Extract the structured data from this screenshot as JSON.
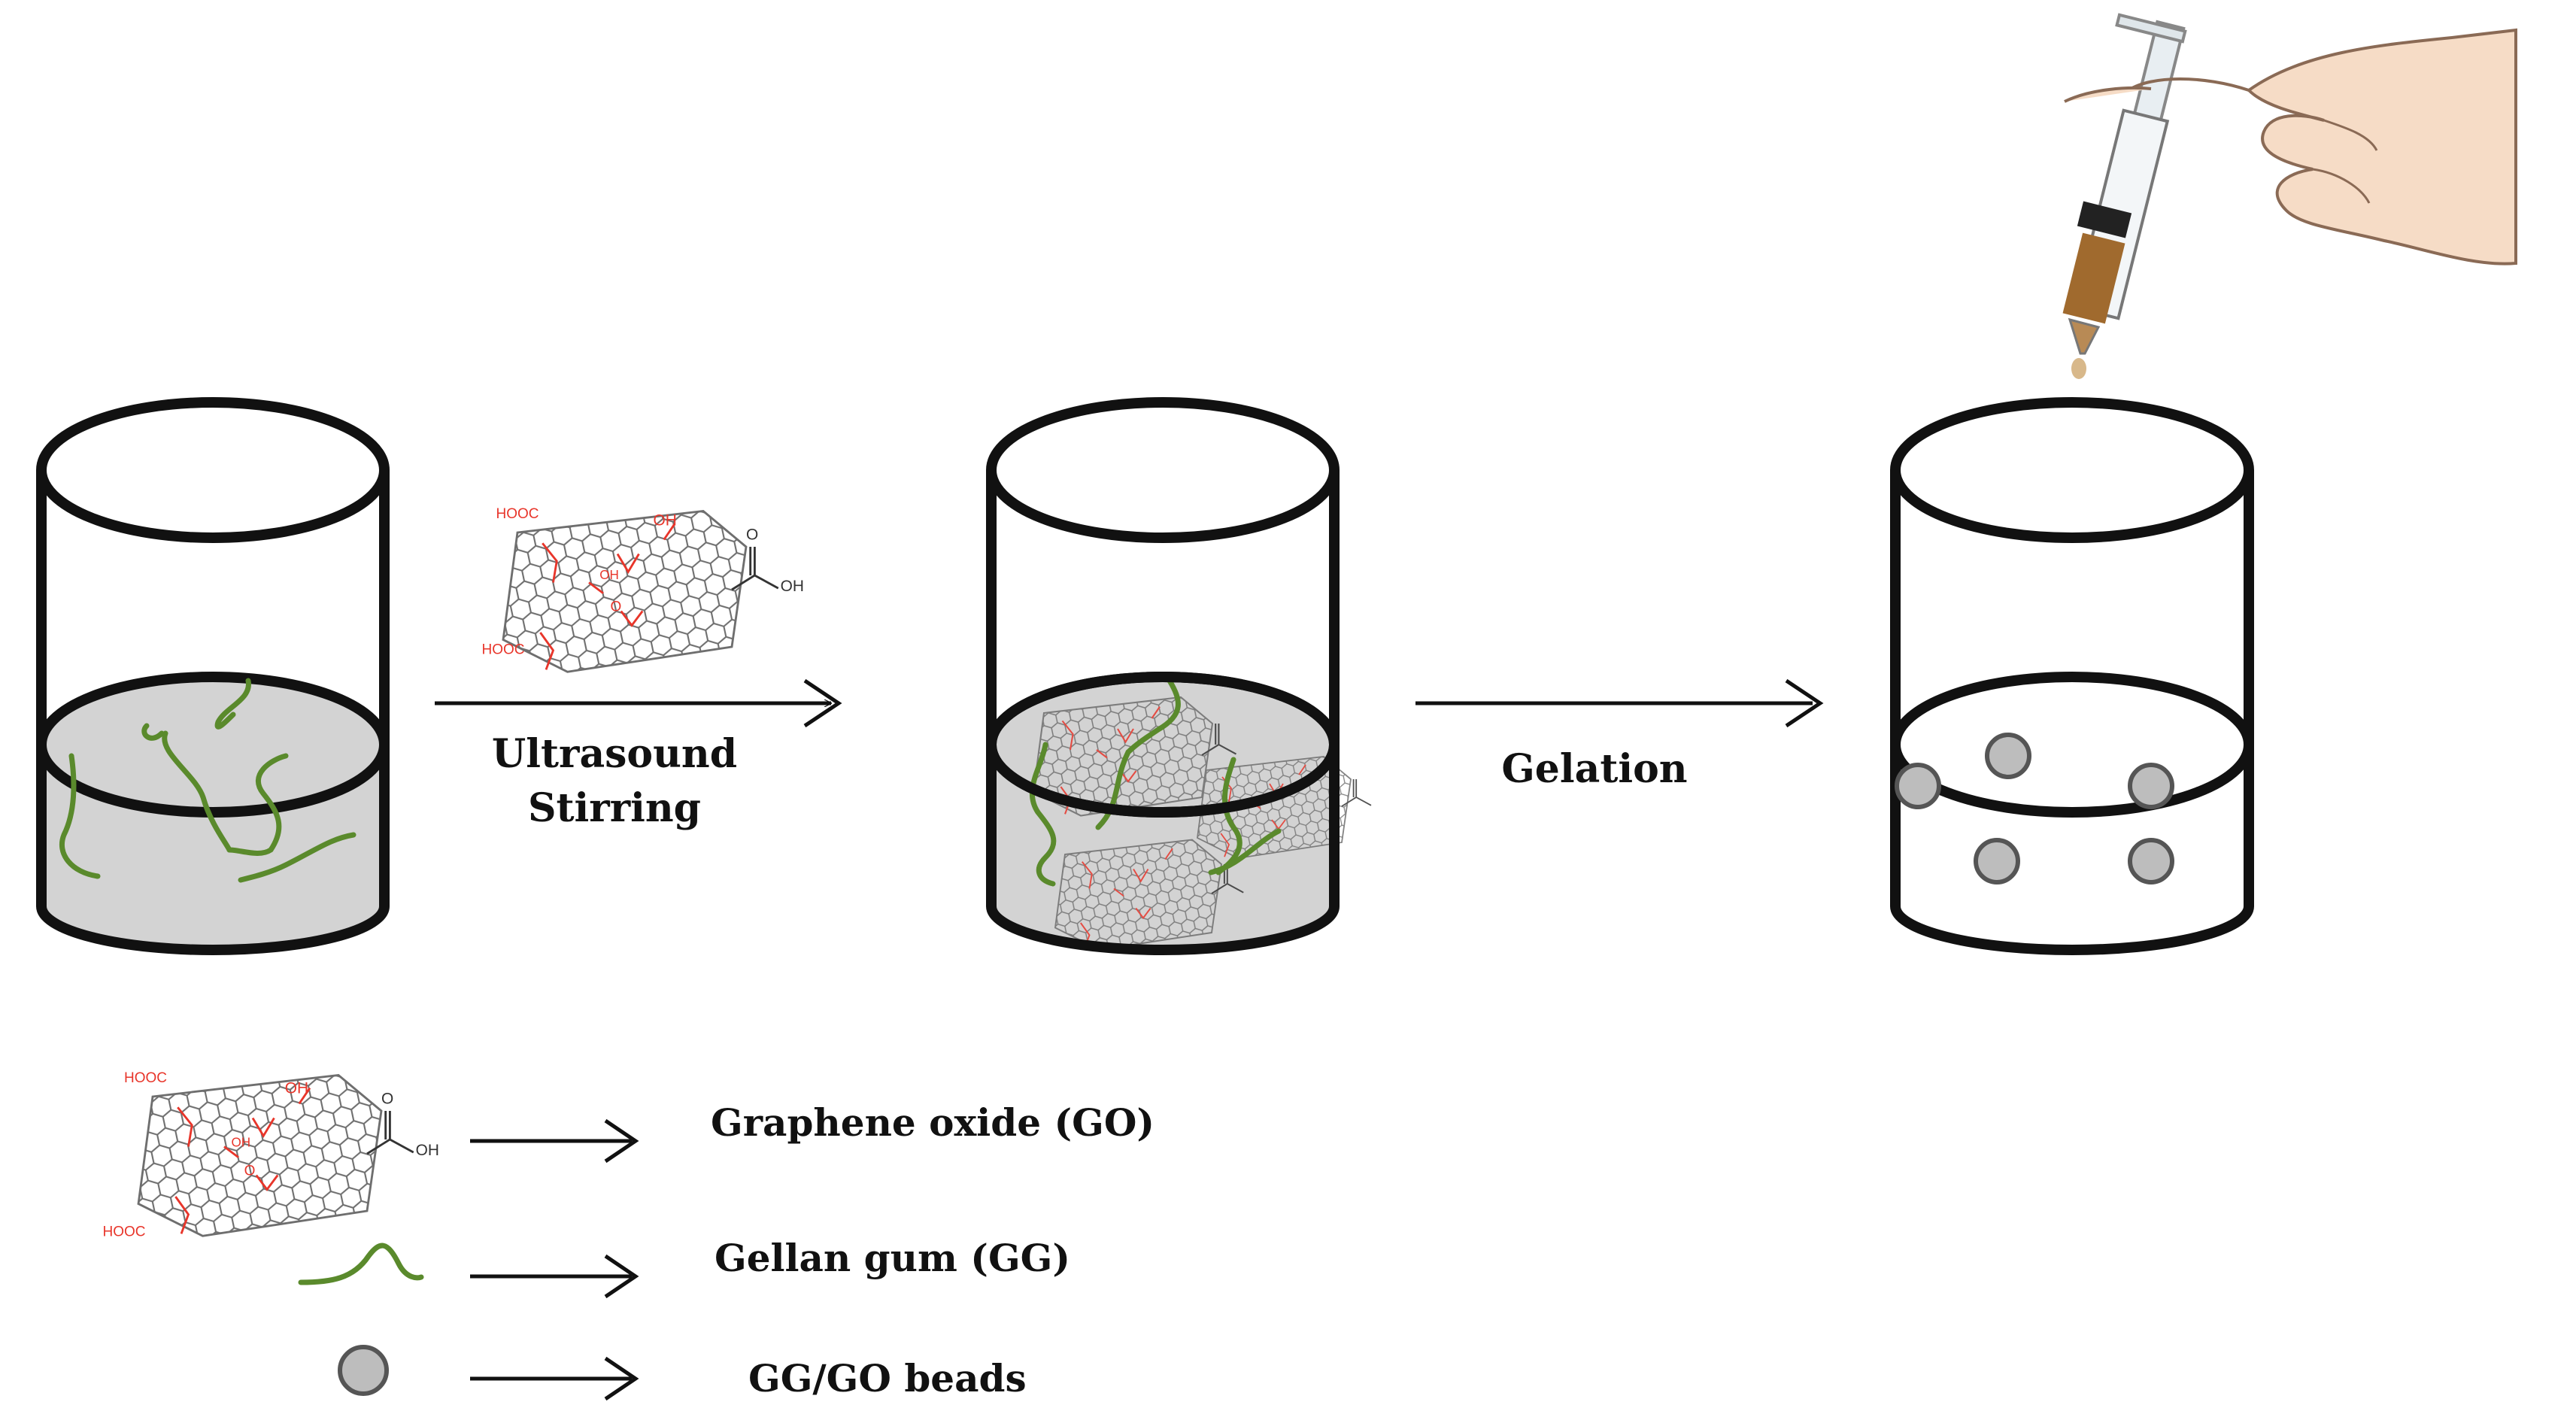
{
  "process": {
    "step1_label_line1": "Ultrasound",
    "step1_label_line2": "Stirring",
    "step2_label": "Gelation"
  },
  "legend": {
    "go_label": "Graphene oxide (GO)",
    "gg_label": "Gellan gum (GG)",
    "beads_label": "GG/GO beads"
  },
  "chem": {
    "cooh_label": "HOOC",
    "oh_label": "OH",
    "o_label": "O",
    "cooh_o_label": "O"
  },
  "colors": {
    "outline": "#111111",
    "liquid": "#d3d3d3",
    "gellan": "#5a8a2c",
    "oxygen_groups": "#e8352a",
    "graphene_lattice": "#6e6e6e",
    "bead_fill": "#bdbdbd",
    "skin": "#f6dcc6",
    "syringe_fluid": "#a06a2e"
  },
  "icons": [
    "beaker-icon",
    "graphene-oxide-icon",
    "gellan-chain-icon",
    "bead-icon",
    "arrow-icon",
    "syringe-icon",
    "hand-icon"
  ]
}
